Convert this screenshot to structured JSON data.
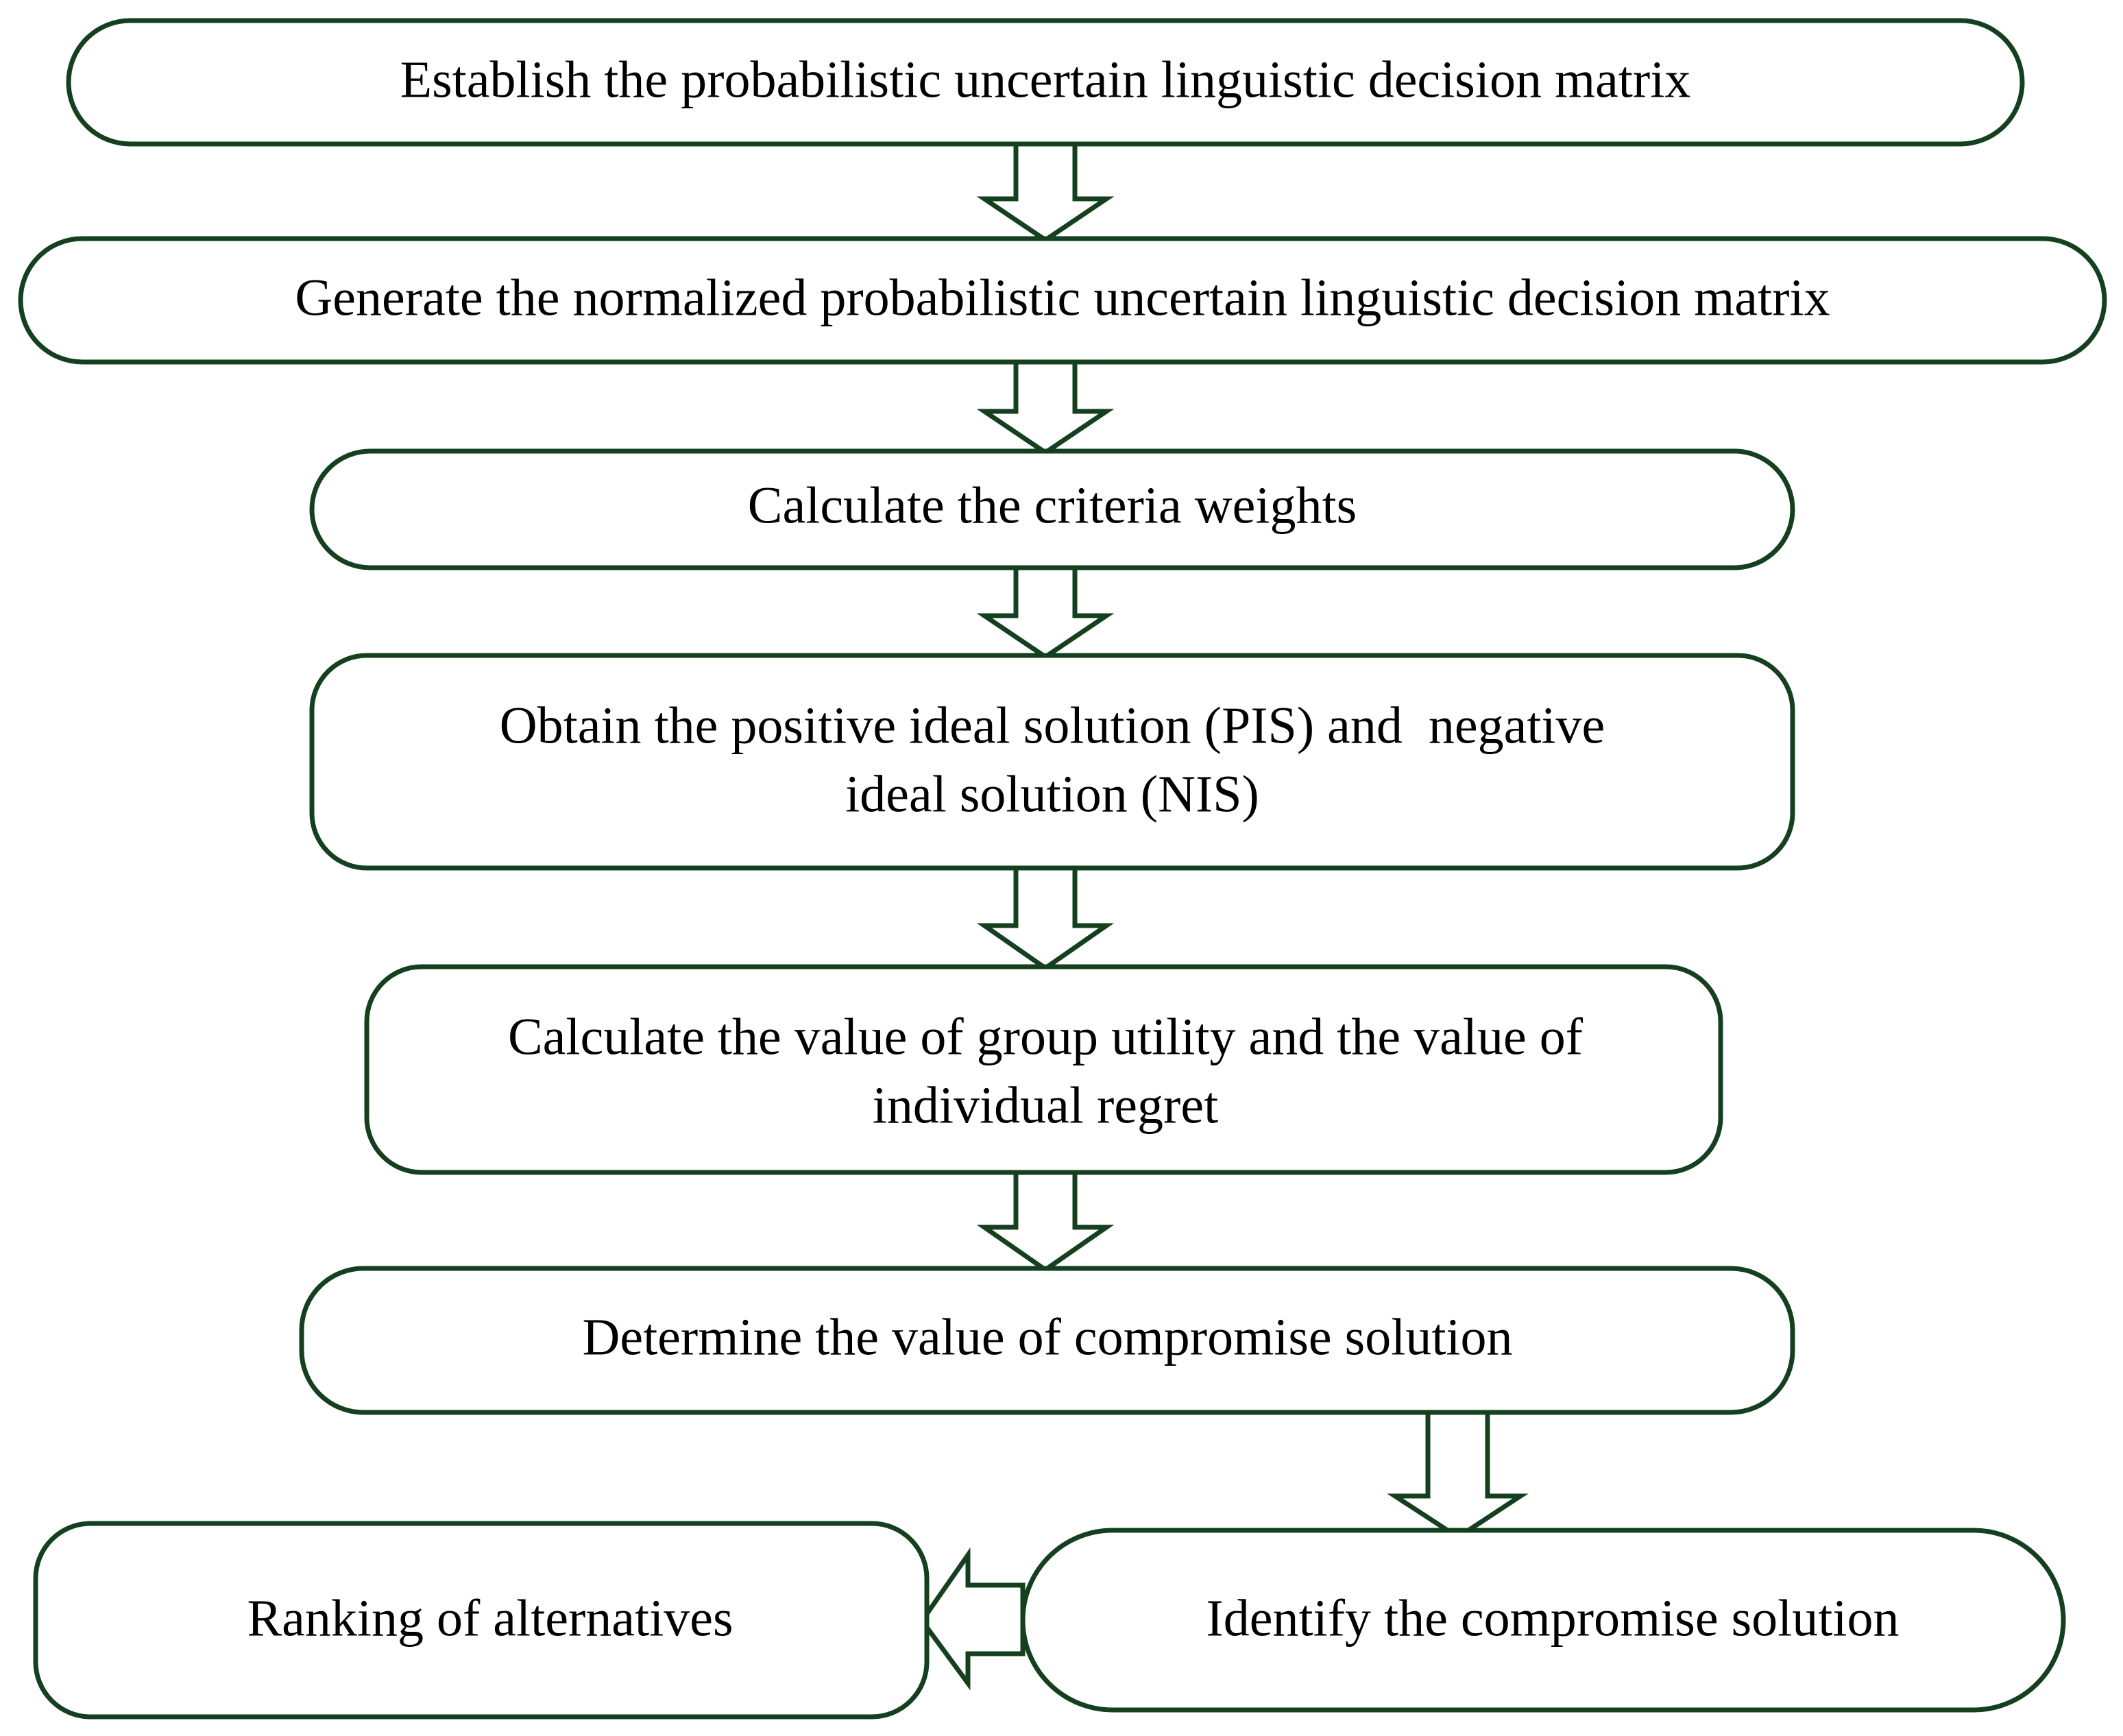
{
  "diagram": {
    "title": "Probabilistic uncertain linguistic VIKOR decision flowchart",
    "stroke_color": "#14401f",
    "text_color": "#000000",
    "background_color": "#ffffff",
    "nodes": [
      {
        "id": "establish-matrix",
        "label": "Establish the probabilistic uncertain linguistic decision matrix"
      },
      {
        "id": "normalize-matrix",
        "label": "Generate the normalized probabilistic uncertain linguistic decision matrix"
      },
      {
        "id": "criteria-weights",
        "label": "Calculate the criteria weights"
      },
      {
        "id": "pis-nis-line1",
        "label": "Obtain the positive ideal solution (PIS) and  negative"
      },
      {
        "id": "pis-nis-line2",
        "label": "ideal solution (NIS)"
      },
      {
        "id": "group-utility-line1",
        "label": "Calculate the value of group utility and the value of"
      },
      {
        "id": "group-utility-line2",
        "label": "individual regret"
      },
      {
        "id": "compromise-value",
        "label": "Determine the value of compromise solution"
      },
      {
        "id": "identify-compromise",
        "label": "Identify the compromise solution"
      },
      {
        "id": "ranking-alternatives",
        "label": "Ranking of alternatives"
      }
    ],
    "connectors": [
      {
        "id": "arrow-1",
        "direction": "down",
        "from": "establish-matrix",
        "to": "normalize-matrix"
      },
      {
        "id": "arrow-2",
        "direction": "down",
        "from": "normalize-matrix",
        "to": "criteria-weights"
      },
      {
        "id": "arrow-3",
        "direction": "down",
        "from": "criteria-weights",
        "to": "pis-nis"
      },
      {
        "id": "arrow-4",
        "direction": "down",
        "from": "pis-nis",
        "to": "group-utility"
      },
      {
        "id": "arrow-5",
        "direction": "down",
        "from": "group-utility",
        "to": "compromise-value"
      },
      {
        "id": "arrow-6",
        "direction": "down",
        "from": "compromise-value",
        "to": "identify-compromise"
      },
      {
        "id": "arrow-7",
        "direction": "left",
        "from": "identify-compromise",
        "to": "ranking-alternatives"
      }
    ]
  }
}
